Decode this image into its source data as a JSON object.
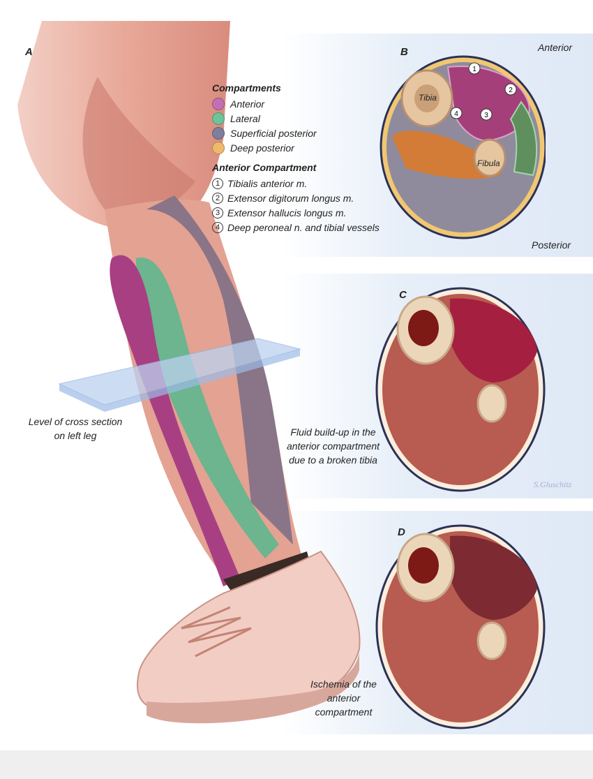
{
  "panels": {
    "a": {
      "letter": "A",
      "caption": "Level of cross section on left leg"
    },
    "b": {
      "letter": "B",
      "anterior": "Anterior",
      "posterior": "Posterior",
      "tibia": "Tibia",
      "fibula": "Fibula"
    },
    "c": {
      "letter": "C",
      "caption": "Fluid build-up in the anterior compartment due to a broken tibia"
    },
    "d": {
      "letter": "D",
      "caption": "Ischemia of the anterior compartment"
    }
  },
  "legend": {
    "compartments_title": "Compartments",
    "compartments": [
      {
        "label": "Anterior",
        "color": "#c46fb3"
      },
      {
        "label": "Lateral",
        "color": "#6cc59a"
      },
      {
        "label": "Superficial posterior",
        "color": "#7f7f9c"
      },
      {
        "label": "Deep posterior",
        "color": "#efb96c"
      }
    ],
    "anterior_title": "Anterior Compartment",
    "anterior_items": [
      {
        "num": "1",
        "label": "Tibialis anterior m."
      },
      {
        "num": "2",
        "label": "Extensor digitorum longus m."
      },
      {
        "num": "3",
        "label": "Extensor hallucis longus m."
      },
      {
        "num": "4",
        "label": "Deep peroneal n. and tibial vessels"
      }
    ]
  },
  "signature": "S.Gluschitz"
}
